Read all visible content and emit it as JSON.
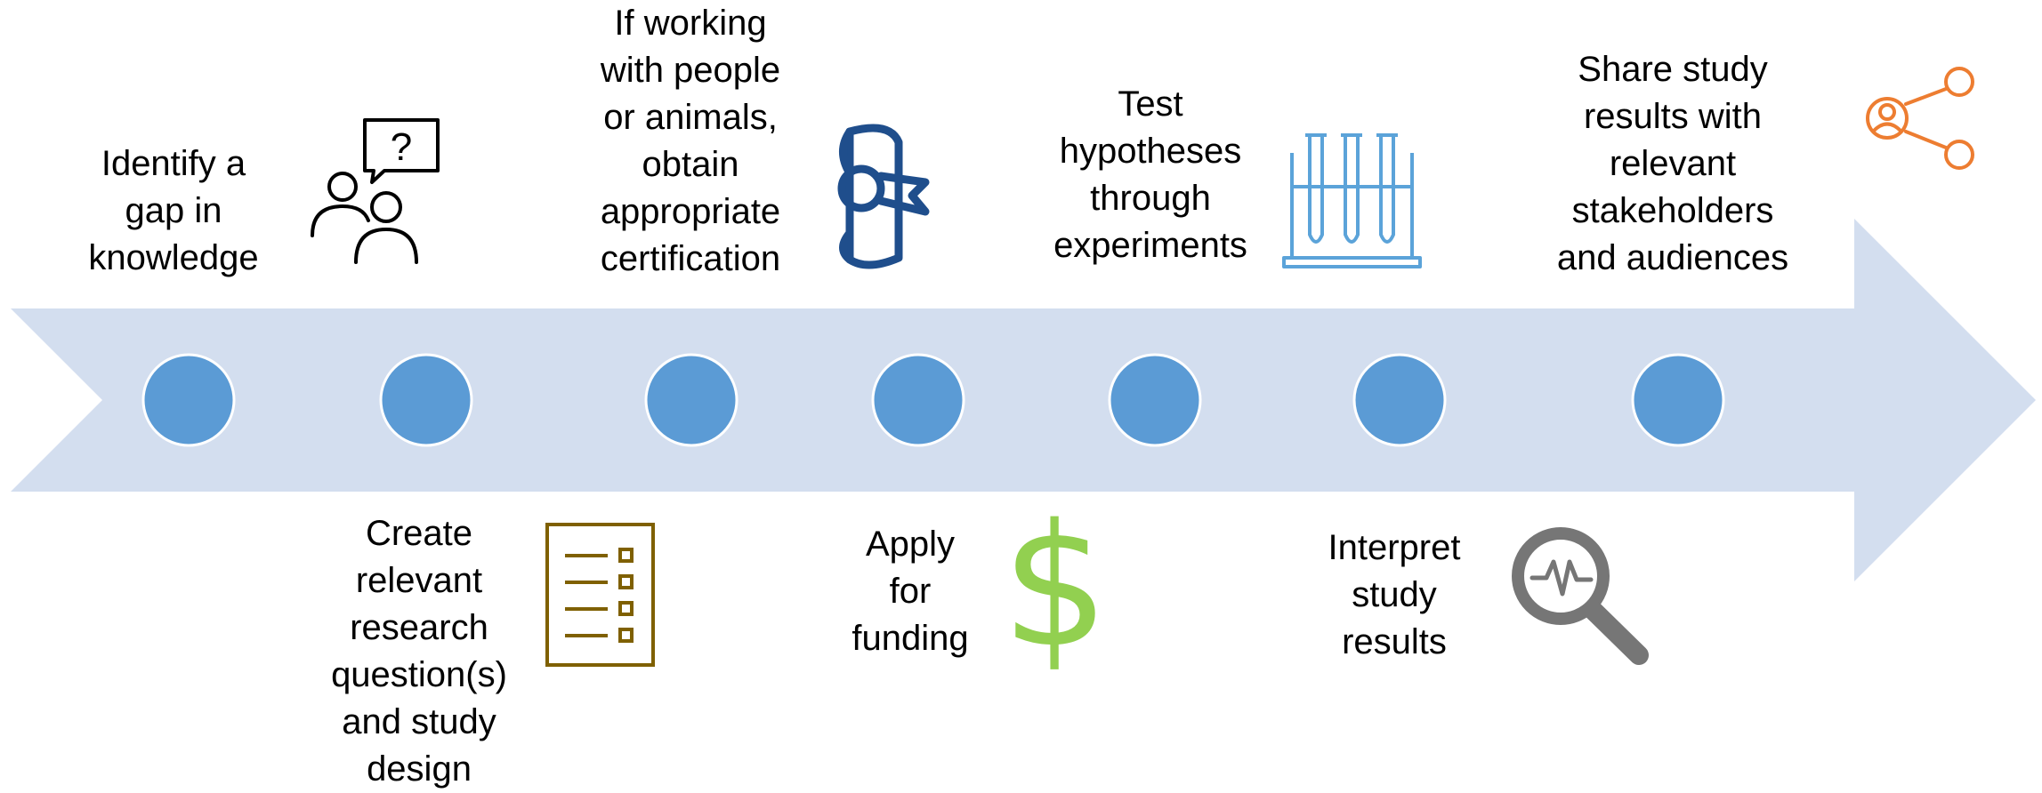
{
  "colors": {
    "arrow": "#d3deef",
    "node": "#5b9bd5",
    "node_stroke": "#ffffff",
    "people_icon": "#000000",
    "checklist_icon": "#7f6000",
    "diploma_icon": "#1f4e8c",
    "dollar_icon": "#92d050",
    "test_tubes_icon": "#5ba3d9",
    "magnifier_icon": "#767676",
    "share_icon": "#ed7d31"
  },
  "steps": [
    {
      "position": "above",
      "icon": "people-question-icon",
      "lines": [
        "Identify a",
        "gap in",
        "knowledge"
      ]
    },
    {
      "position": "below",
      "icon": "checklist-icon",
      "lines": [
        "Create",
        "relevant",
        "research",
        "question(s)",
        "and study",
        "design"
      ]
    },
    {
      "position": "above",
      "icon": "diploma-certificate-icon",
      "lines": [
        "If working",
        "with people",
        "or animals,",
        "obtain",
        "appropriate",
        "certification"
      ]
    },
    {
      "position": "below",
      "icon": "dollar-sign-icon",
      "lines": [
        "Apply",
        "for",
        "funding"
      ]
    },
    {
      "position": "above",
      "icon": "test-tubes-icon",
      "lines": [
        "Test",
        "hypotheses",
        "through",
        "experiments"
      ]
    },
    {
      "position": "below",
      "icon": "magnifier-chart-icon",
      "lines": [
        "Interpret",
        "study",
        "results"
      ]
    },
    {
      "position": "above",
      "icon": "share-icon",
      "lines": [
        "Share study",
        "results with",
        "relevant",
        "stakeholders",
        "and audiences"
      ]
    }
  ]
}
